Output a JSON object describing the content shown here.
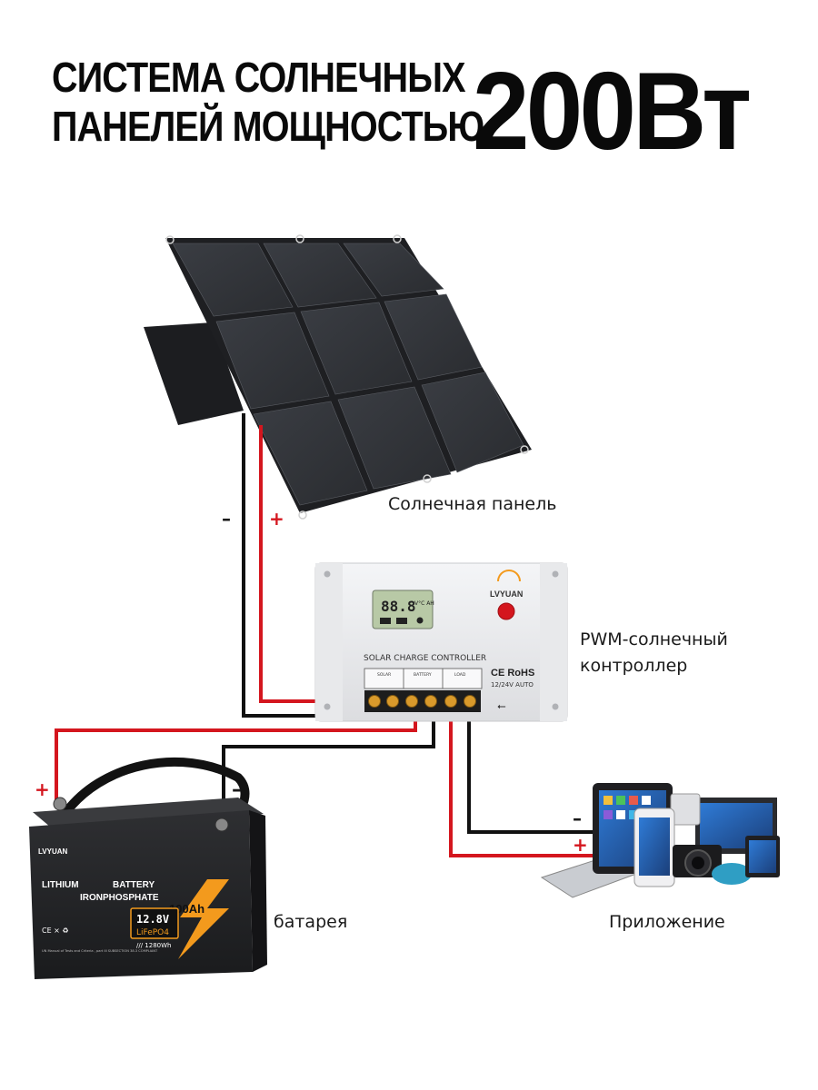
{
  "header": {
    "title_line1": "СИСТЕМА СОЛНЕЧНЫХ",
    "title_line2": "ПАНЕЛЕЙ МОЩНОСТЬЮ",
    "power": "200Вт"
  },
  "labels": {
    "solar_panel": "Солнечная панель",
    "controller_line1": "PWM-солнечный",
    "controller_line2": "контроллер",
    "battery": "батарея",
    "application": "Приложение"
  },
  "polarity": {
    "minus": "–",
    "plus": "+"
  },
  "controller": {
    "brand": "LVYUAN",
    "lcd_digits": "88.8",
    "lcd_units": "V°C AH",
    "name": "SOLAR CHARGE CONTROLLER",
    "cert": "CE RoHS",
    "voltage": "12/24V AUTO",
    "term_solar": "SOLAR",
    "term_battery": "BATTERY",
    "term_load": "LOAD"
  },
  "battery": {
    "brand": "LVYUAN",
    "type_line1": "LITHIUM",
    "type_line2a": "BATTERY",
    "type_line2b": "IRONPHOSPHATE",
    "capacity": "100Ah",
    "voltage": "12.8V",
    "chemistry": "LiFePO4",
    "energy": "/// 1280Wh",
    "fine_print": "UN Manual of Tests and Criteria , part III SUBSECTION 38.3 COMPLIANT"
  },
  "colors": {
    "wire_red": "#d4161e",
    "wire_black": "#111111",
    "panel_dark": "#2b2d31",
    "accent_orange": "#f39a1d"
  }
}
